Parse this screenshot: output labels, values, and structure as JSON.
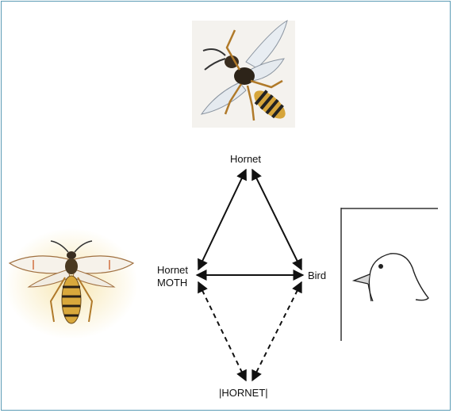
{
  "nodes": {
    "hornet": "Hornet",
    "moth_line1": "Hornet",
    "moth_line2": "MOTH",
    "bird": "Bird",
    "hornet_concept": "|HORNET|"
  },
  "edges": [
    {
      "from": "Hornet MOTH",
      "to": "Hornet",
      "style": "solid"
    },
    {
      "from": "Hornet",
      "to": "Bird",
      "style": "solid"
    },
    {
      "from": "Hornet MOTH",
      "to": "Bird",
      "style": "solid"
    },
    {
      "from": "Hornet MOTH",
      "to": "|HORNET|",
      "style": "dashed"
    },
    {
      "from": "Bird",
      "to": "|HORNET|",
      "style": "dashed"
    }
  ],
  "colors": {
    "frame": "#5b9bb5",
    "ink": "#111111"
  }
}
